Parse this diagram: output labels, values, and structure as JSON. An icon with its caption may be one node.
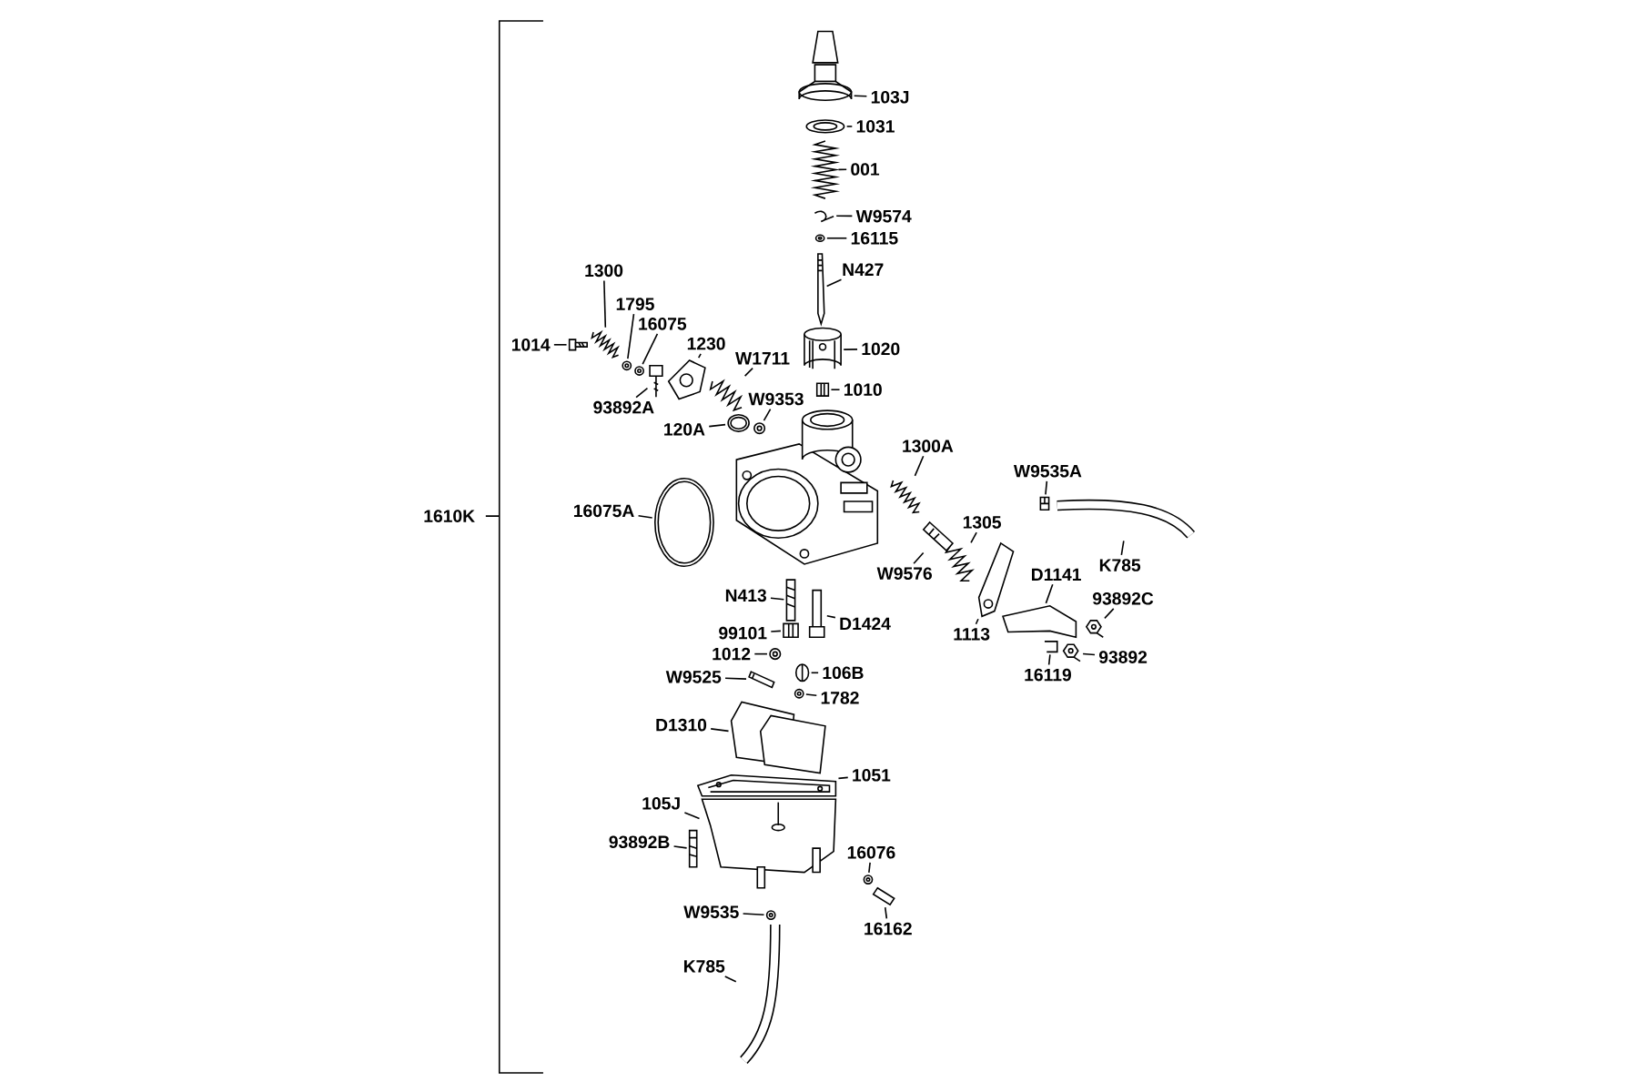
{
  "diagram": {
    "nodes": [
      {
        "text": [
          "103J"
        ]
      },
      {
        "text": [
          "1031"
        ]
      },
      {
        "text": [
          "001"
        ]
      },
      {
        "text": [
          "W9574"
        ]
      },
      {
        "text": [
          "16115"
        ]
      },
      {
        "text": [
          "N427"
        ]
      },
      {
        "text": [
          "1300"
        ]
      },
      {
        "text": [
          "1795"
        ]
      },
      {
        "text": [
          "16075"
        ]
      },
      {
        "text": [
          "1014"
        ]
      },
      {
        "text": [
          "1230"
        ]
      },
      {
        "text": [
          "1020"
        ]
      },
      {
        "text": [
          "W1711"
        ]
      },
      {
        "text": [
          "1010"
        ]
      },
      {
        "text": [
          "W9353"
        ]
      },
      {
        "text": [
          "93892A"
        ]
      },
      {
        "text": [
          "120A"
        ]
      },
      {
        "text": [
          "1300A"
        ]
      },
      {
        "text": [
          "W9535A"
        ]
      },
      {
        "text": [
          "16075A"
        ]
      },
      {
        "text": [
          "1305"
        ]
      },
      {
        "text": [
          "K785"
        ]
      },
      {
        "text": [
          "W9576"
        ]
      },
      {
        "text": [
          "D1141"
        ]
      },
      {
        "text": [
          "N413"
        ]
      },
      {
        "text": [
          "93892C"
        ]
      },
      {
        "text": [
          "D1424"
        ]
      },
      {
        "text": [
          "99101"
        ]
      },
      {
        "text": [
          "1113"
        ]
      },
      {
        "text": [
          "1012"
        ]
      },
      {
        "text": [
          "93892"
        ]
      },
      {
        "text": [
          "106B"
        ]
      },
      {
        "text": [
          "16119"
        ]
      },
      {
        "text": [
          "W9525"
        ]
      },
      {
        "text": [
          "1782"
        ]
      },
      {
        "text": [
          "D1310"
        ]
      },
      {
        "text": [
          "1051"
        ]
      },
      {
        "text": [
          "105J"
        ]
      },
      {
        "text": [
          "93892B"
        ]
      },
      {
        "text": [
          "16076"
        ]
      },
      {
        "text": [
          "16162"
        ]
      },
      {
        "text": [
          "W9535"
        ]
      },
      {
        "text": [
          "K785"
        ]
      },
      {
        "text": [],
        "shape": "picture"
      },
      {
        "text": [],
        "shape": "picture"
      },
      {
        "text": [],
        "shape": "picture"
      },
      {
        "text": [],
        "shape": "picture"
      },
      {
        "text": [],
        "shape": "picture"
      },
      {
        "text": [],
        "shape": "picture"
      },
      {
        "text": [],
        "shape": "picture"
      },
      {
        "text": [],
        "shape": "picture"
      },
      {
        "text": [],
        "shape": "picture"
      },
      {
        "text": [],
        "shape": "picture"
      },
      {
        "text": [],
        "shape": "picture"
      },
      {
        "text": [],
        "shape": "picture"
      },
      {
        "text": [],
        "shape": "picture"
      },
      {
        "text": [],
        "shape": "picture"
      },
      {
        "text": [],
        "shape": "picture"
      },
      {
        "text": [],
        "shape": "picture"
      },
      {
        "text": [],
        "shape": "picture"
      },
      {
        "text": [],
        "shape": "picture"
      },
      {
        "text": [],
        "shape": "picture"
      },
      {
        "text": [],
        "shape": "picture"
      },
      {
        "text": [],
        "shape": "picture"
      },
      {
        "text": [],
        "shape": "picture"
      },
      {
        "text": [],
        "shape": "picture"
      },
      {
        "text": [],
        "shape": "picture"
      },
      {
        "text": [],
        "shape": "picture"
      },
      {
        "text": [],
        "shape": "picture"
      },
      {
        "text": [],
        "shape": "picture"
      },
      {
        "text": [],
        "shape": "picture"
      },
      {
        "text": [],
        "shape": "picture"
      },
      {
        "text": [],
        "shape": "picture"
      },
      {
        "text": [],
        "shape": "picture"
      },
      {
        "text": [],
        "shape": "picture"
      },
      {
        "text": [],
        "shape": "picture"
      },
      {
        "text": [],
        "shape": "picture"
      },
      {
        "text": [],
        "shape": "picture"
      },
      {
        "text": [],
        "shape": "picture"
      },
      {
        "text": [],
        "shape": "picture"
      },
      {
        "text": [],
        "shape": "picture"
      },
      {
        "text": [],
        "shape": "picture"
      },
      {
        "text": [],
        "shape": "picture"
      },
      {
        "text": [],
        "shape": "picture"
      },
      {
        "text": [],
        "shape": "picture"
      },
      {
        "text": [],
        "shape": "picture"
      }
    ],
    "edges": [
      {
        "from": 0,
        "to": 43,
        "arrow": "none"
      },
      {
        "from": 1,
        "to": 44,
        "arrow": "none"
      },
      {
        "from": 2,
        "to": 45,
        "arrow": "none"
      },
      {
        "from": 3,
        "to": 46,
        "arrow": "none"
      },
      {
        "from": 4,
        "to": 47,
        "arrow": "none"
      },
      {
        "from": 5,
        "to": 48,
        "arrow": "none"
      },
      {
        "from": 6,
        "to": 49,
        "arrow": "none"
      },
      {
        "from": 7,
        "to": 50,
        "arrow": "none"
      },
      {
        "from": 8,
        "to": 51,
        "arrow": "none"
      },
      {
        "from": 9,
        "to": 52,
        "arrow": "none"
      },
      {
        "from": 10,
        "to": 53,
        "arrow": "none"
      },
      {
        "from": 11,
        "to": 54,
        "arrow": "none"
      },
      {
        "from": 12,
        "to": 55,
        "arrow": "none"
      },
      {
        "from": 13,
        "to": 56,
        "arrow": "none"
      },
      {
        "from": 14,
        "to": 57,
        "arrow": "none"
      },
      {
        "from": 15,
        "to": 58,
        "arrow": "none"
      },
      {
        "from": 16,
        "to": 59,
        "arrow": "none"
      },
      {
        "from": 17,
        "to": 60,
        "arrow": "none"
      },
      {
        "from": 18,
        "to": 61,
        "arrow": "none"
      },
      {
        "from": 19,
        "to": 62,
        "arrow": "none"
      },
      {
        "from": 20,
        "to": 63,
        "arrow": "none"
      },
      {
        "from": 21,
        "to": 64,
        "arrow": "none"
      },
      {
        "from": 22,
        "to": 65,
        "arrow": "none"
      },
      {
        "from": 23,
        "to": 66,
        "arrow": "none"
      },
      {
        "from": 24,
        "to": 67,
        "arrow": "none"
      },
      {
        "from": 25,
        "to": 68,
        "arrow": "none"
      },
      {
        "from": 26,
        "to": 69,
        "arrow": "none"
      },
      {
        "from": 27,
        "to": 70,
        "arrow": "none"
      },
      {
        "from": 28,
        "to": 71,
        "arrow": "none"
      },
      {
        "from": 29,
        "to": 72,
        "arrow": "none"
      },
      {
        "from": 30,
        "to": 73,
        "arrow": "none"
      },
      {
        "from": 31,
        "to": 74,
        "arrow": "none"
      },
      {
        "from": 32,
        "to": 75,
        "arrow": "none"
      },
      {
        "from": 33,
        "to": 76,
        "arrow": "none"
      },
      {
        "from": 34,
        "to": 77,
        "arrow": "none"
      },
      {
        "from": 35,
        "to": 78,
        "arrow": "none"
      },
      {
        "from": 36,
        "to": 79,
        "arrow": "none"
      },
      {
        "from": 37,
        "to": 80,
        "arrow": "none"
      },
      {
        "from": 38,
        "to": 81,
        "arrow": "none"
      },
      {
        "from": 39,
        "to": 82,
        "arrow": "none"
      },
      {
        "from": 40,
        "to": 83,
        "arrow": "none"
      },
      {
        "from": 41,
        "to": 84,
        "arrow": "none"
      },
      {
        "from": 42,
        "to": 85,
        "arrow": "none"
      }
    ],
    "labels": [
      "1610K"
    ]
  }
}
